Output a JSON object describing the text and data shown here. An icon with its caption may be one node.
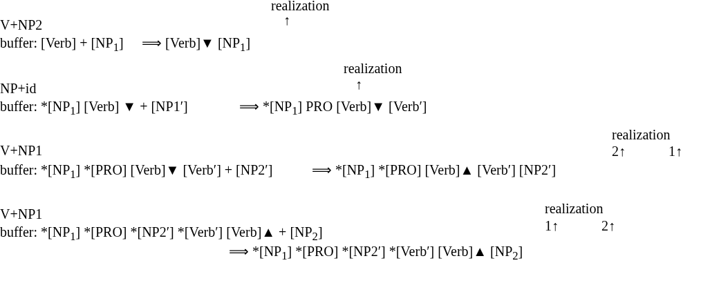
{
  "diagram": {
    "labels": [
      "realization",
      "V+NP2",
      "↑",
      "buffer: [Verb] + [NP$_{1}$]",
      "⟹  [Verb]▼ [NP$_{1}$]",
      "realization",
      "NP+id",
      "↑",
      "buffer: *[NP$_{1}$] [Verb] ▼ + [NP1′]",
      "⟹  *[NP$_{1}$] PRO [Verb]▼ [Verb′]",
      "realization",
      "V+NP1",
      "2↑",
      "1↑",
      "buffer: *[NP$_{1}$] *[PRO] [Verb]▼ [Verb′] + [NP2′]",
      "⟹  *[NP$_{1}$] *[PRO] [Verb]▲ [Verb′] [NP2′]",
      "V+NP1",
      "realization",
      "buffer: *[NP$_{1}$] *[PRO] *[NP2′] *[Verb′] [Verb]▲ + [NP$_{2}$]",
      "1↑",
      "2↑",
      "⟹  *[NP$_{1}$] *[PRO] *[NP2′] *[Verb′] [Verb]▲ [NP$_{2}$]"
    ]
  }
}
